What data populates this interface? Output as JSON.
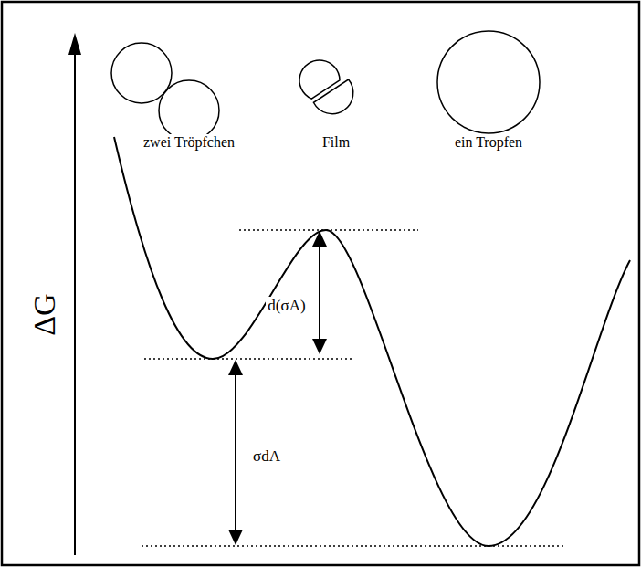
{
  "diagram": {
    "labels": [
      "zwei Tröpfchen",
      "Film",
      "ein Tropfen",
      "ΔG",
      "d(σA)",
      "σdA"
    ]
  }
}
